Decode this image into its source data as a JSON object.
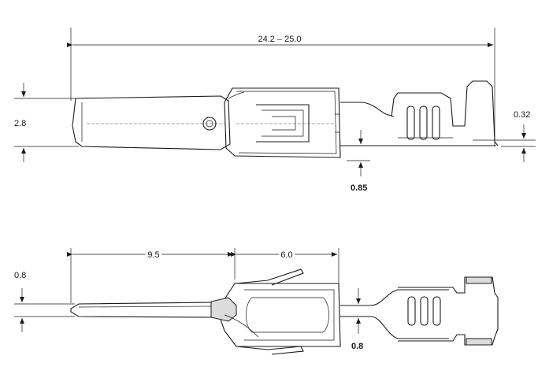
{
  "drawing": {
    "top_view": {
      "overall_length": "24.2 – 25.0",
      "tab_width": "2.8",
      "material_thickness": "0.32",
      "blade_thickness": "0.85"
    },
    "side_view": {
      "tab_length": "9.5",
      "body_length": "6.0",
      "pin_height": "0.8",
      "neck_height": "0.8"
    }
  }
}
